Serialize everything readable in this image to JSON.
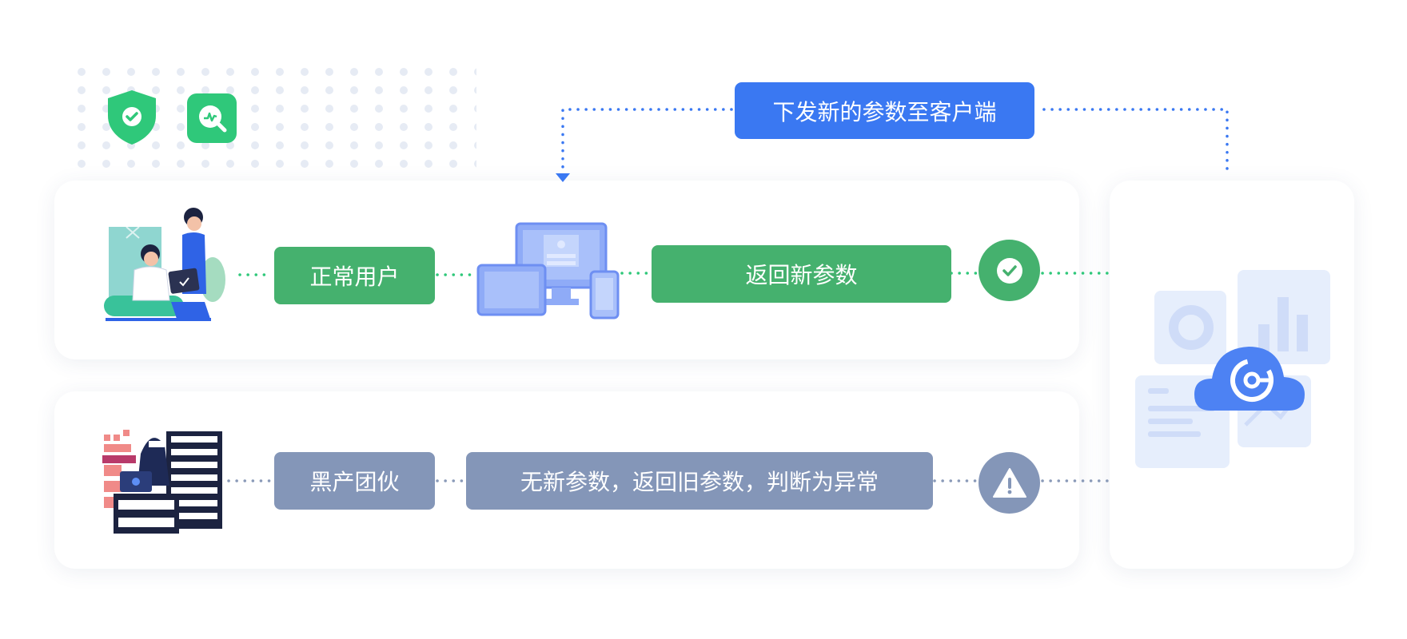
{
  "top_label": "下发新的参数至客户端",
  "normal_row": {
    "user_label": "正常用户",
    "result_label": "返回新参数"
  },
  "fraud_row": {
    "user_label": "黑产团伙",
    "result_label": "无新参数，返回旧参数，判断为异常"
  },
  "icons": {
    "shield": "shield-check-icon",
    "search": "search-chart-icon",
    "check": "check-circle-icon",
    "warning": "warning-triangle-icon",
    "cloud": "cloud-logo-icon",
    "devices": "devices-icon"
  },
  "colors": {
    "green": "#45b16e",
    "grey": "#8496b8",
    "blue": "#3a78f2"
  }
}
